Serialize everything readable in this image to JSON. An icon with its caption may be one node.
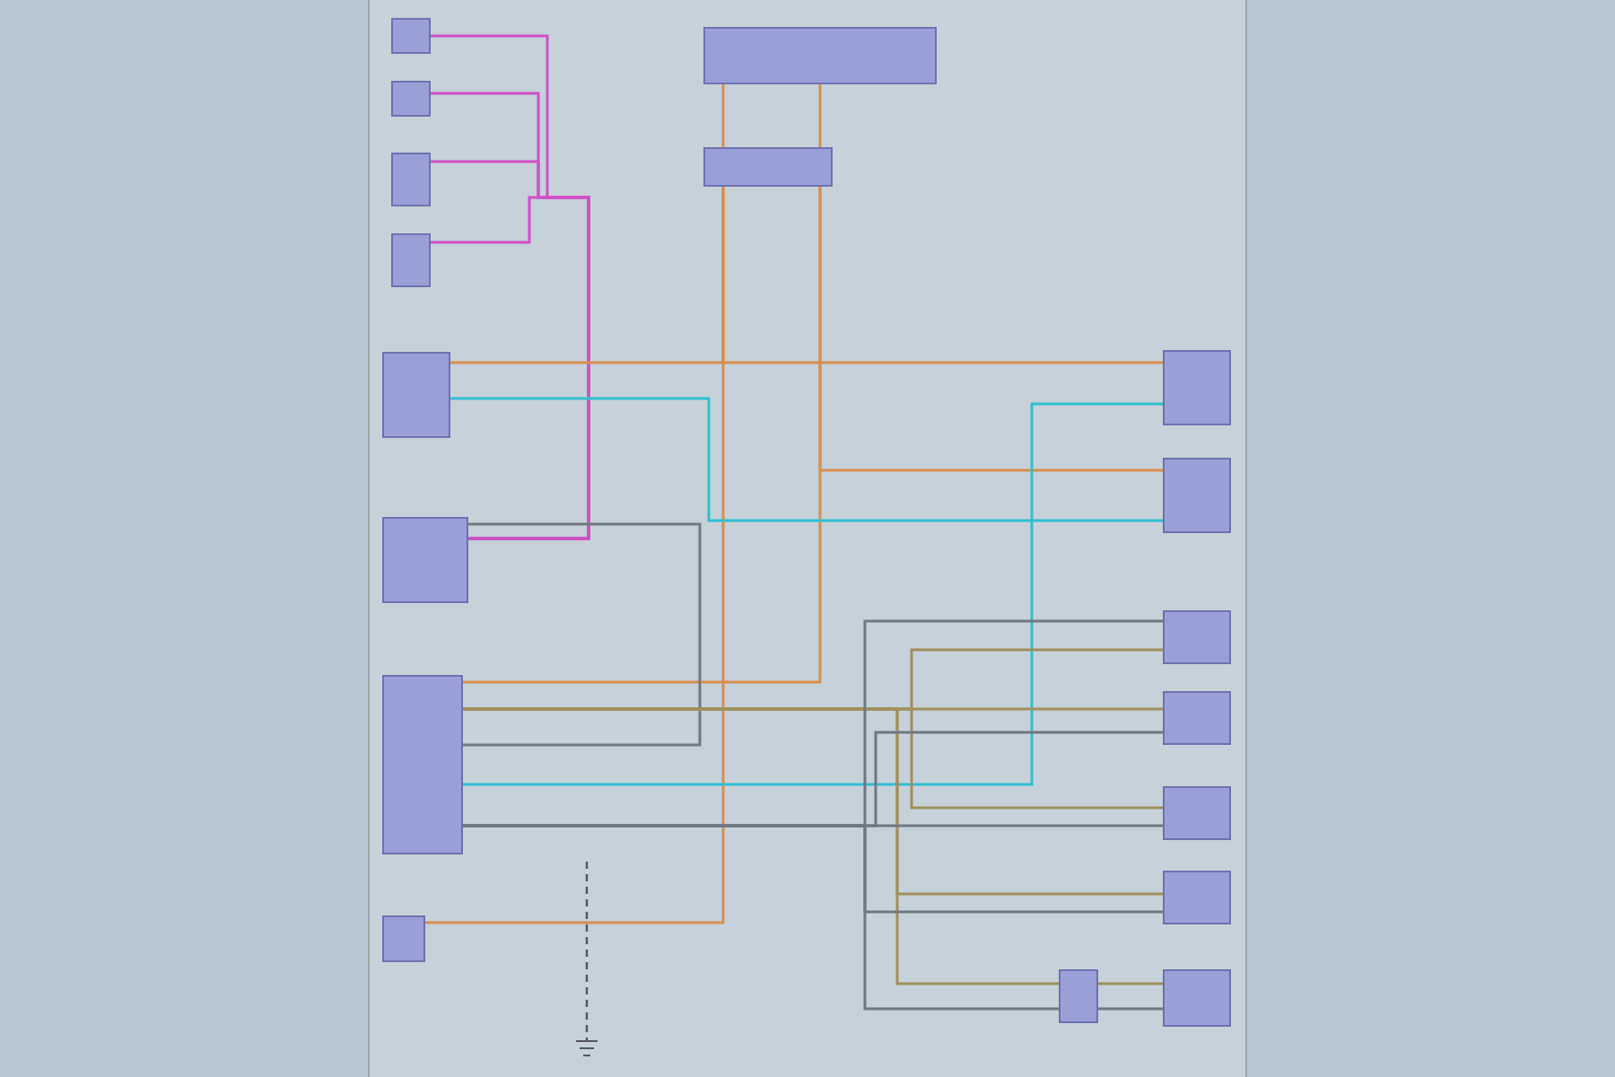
{
  "diagram": {
    "nodes": [
      {
        "text": [],
        "shape": "box"
      },
      {
        "text": [],
        "shape": "box"
      },
      {
        "text": [],
        "shape": "box"
      },
      {
        "text": [],
        "shape": "box"
      },
      {
        "text": [],
        "shape": "box"
      },
      {
        "text": [],
        "shape": "box"
      },
      {
        "text": [],
        "shape": "box"
      },
      {
        "text": [],
        "shape": "box"
      },
      {
        "text": [],
        "shape": "box"
      },
      {
        "text": [],
        "shape": "box"
      },
      {
        "text": [],
        "shape": "box"
      },
      {
        "text": [],
        "shape": "box"
      },
      {
        "text": [],
        "shape": "box"
      },
      {
        "text": [],
        "shape": "box"
      },
      {
        "text": [],
        "shape": "box"
      },
      {
        "text": [],
        "shape": "box"
      },
      {
        "text": [],
        "shape": "box"
      },
      {
        "text": [],
        "shape": "box"
      }
    ],
    "edges": [
      {
        "from": 0,
        "to": 7,
        "arrow": "none",
        "color": "#d050c8"
      },
      {
        "from": 1,
        "to": 7,
        "arrow": "none",
        "color": "#d050c8"
      },
      {
        "from": 2,
        "to": 7,
        "arrow": "none",
        "color": "#d050c8"
      },
      {
        "from": 3,
        "to": 7,
        "arrow": "none",
        "color": "#d050c8"
      },
      {
        "from": 4,
        "to": 5,
        "arrow": "none",
        "color": "#d89050"
      },
      {
        "from": 4,
        "to": 5,
        "arrow": "none",
        "color": "#d89050"
      },
      {
        "from": 5,
        "to": 6,
        "arrow": "none",
        "color": "#d89050"
      },
      {
        "from": 5,
        "to": 10,
        "arrow": "none",
        "color": "#d89050"
      },
      {
        "from": 5,
        "to": 11,
        "arrow": "none",
        "color": "#d89050"
      },
      {
        "from": 5,
        "to": 8,
        "arrow": "none",
        "color": "#d89050"
      },
      {
        "from": 5,
        "to": 9,
        "arrow": "none",
        "color": "#d89050"
      },
      {
        "from": 6,
        "to": 11,
        "arrow": "none",
        "color": "#30c0d0"
      },
      {
        "from": 8,
        "to": 10,
        "arrow": "none",
        "color": "#30c0d0"
      },
      {
        "from": 7,
        "to": 8,
        "arrow": "none",
        "color": "#707880"
      },
      {
        "from": 8,
        "to": 12,
        "arrow": "none",
        "color": "#a09060"
      },
      {
        "from": 8,
        "to": 13,
        "arrow": "none",
        "color": "#a09060"
      },
      {
        "from": 8,
        "to": 14,
        "arrow": "none",
        "color": "#a09060"
      },
      {
        "from": 8,
        "to": 15,
        "arrow": "none",
        "color": "#a09060"
      },
      {
        "from": 8,
        "to": 16,
        "arrow": "none",
        "color": "#a09060"
      },
      {
        "from": 8,
        "to": 12,
        "arrow": "none",
        "color": "#707880"
      },
      {
        "from": 8,
        "to": 13,
        "arrow": "none",
        "color": "#707880"
      },
      {
        "from": 8,
        "to": 14,
        "arrow": "none",
        "color": "#707880"
      },
      {
        "from": 8,
        "to": 15,
        "arrow": "none",
        "color": "#707880"
      },
      {
        "from": 8,
        "to": 16,
        "arrow": "none",
        "color": "#707880"
      },
      {
        "from": 16,
        "to": 17,
        "arrow": "none",
        "color": "#a09060"
      },
      {
        "from": 16,
        "to": 17,
        "arrow": "none",
        "color": "#707880"
      }
    ]
  }
}
